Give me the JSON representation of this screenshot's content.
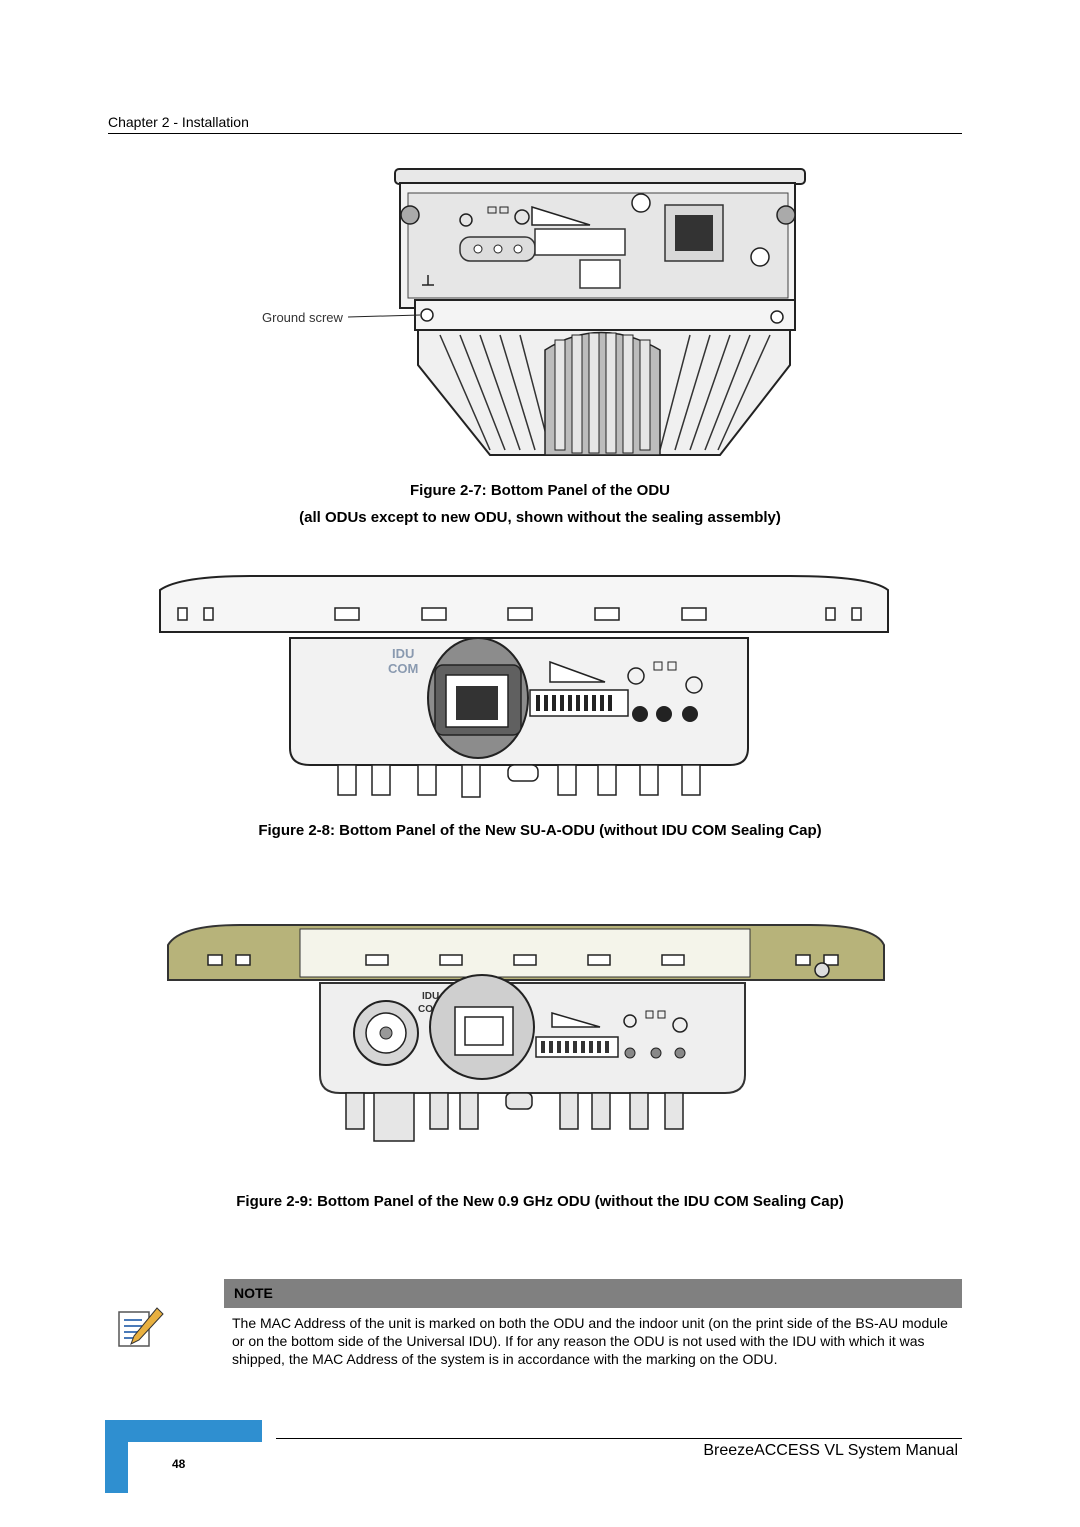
{
  "header": {
    "chapter": "Chapter 2 - Installation"
  },
  "figure7": {
    "callout": "Ground screw",
    "caption": "Figure 2-7: Bottom Panel of the ODU",
    "subcaption": "(all ODUs except to new ODU, shown without the sealing assembly)"
  },
  "figure8": {
    "label_line1": "IDU",
    "label_line2": "COM",
    "caption": "Figure 2-8: Bottom Panel of the New SU-A-ODU (without IDU COM Sealing Cap)"
  },
  "figure9": {
    "label_line1": "IDU",
    "label_line2": "COM",
    "caption": "Figure 2-9: Bottom Panel of the New 0.9 GHz ODU (without the IDU COM Sealing Cap)"
  },
  "note": {
    "title": "NOTE",
    "body": "The MAC Address of the unit is marked on both the ODU and the indoor unit (on the print side of the BS-AU module or on the bottom side of the Universal IDU). If for any reason the ODU is not used with the IDU with which it was shipped, the MAC Address of the system is in accordance with the marking on the ODU."
  },
  "footer": {
    "page_number": "48",
    "manual_title": "BreezeACCESS VL System Manual"
  },
  "colors": {
    "accent": "#2f8fd0",
    "note_bar": "#808080",
    "odu_olive": "#b7b37a"
  }
}
